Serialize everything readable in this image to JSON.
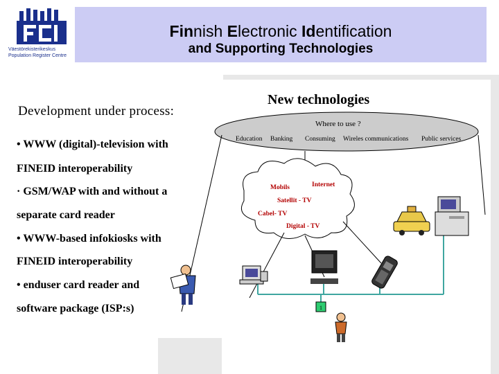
{
  "logo": {
    "name_fi": "Väestörekisterikeskus",
    "name_en": "Population Register Centre",
    "colors": {
      "blue": "#1a2f8c",
      "header": "#ccccf4"
    }
  },
  "header": {
    "title_parts": [
      "Fin",
      "nish ",
      "E",
      "lectronic ",
      "Id",
      "entification"
    ],
    "subtitle": "and Supporting Technologies"
  },
  "left": {
    "heading": "Development under process:",
    "lines": [
      "• WWW (digital)-television with",
      "FINEID interoperability",
      "· GSM/WAP with and without a",
      "separate card reader",
      "• WWW-based infokiosks with",
      "FINEID interoperability",
      "• enduser card reader and",
      "software package (ISP:s)"
    ]
  },
  "diagram": {
    "heading": "New technologies",
    "question": "Where to use ?",
    "uses": [
      "Education",
      "Banking",
      "Consuming",
      "Wireles communications",
      "Public services"
    ],
    "network": [
      "Mobils",
      "Internet",
      "Satellit - TV",
      "Cabel- TV",
      "Digital - TV"
    ],
    "icons": [
      "business-person-icon",
      "computer-icon",
      "television-icon",
      "mobile-phone-icon",
      "taxi-icon",
      "kiosk-icon",
      "card-icon",
      "user-person-icon"
    ]
  }
}
